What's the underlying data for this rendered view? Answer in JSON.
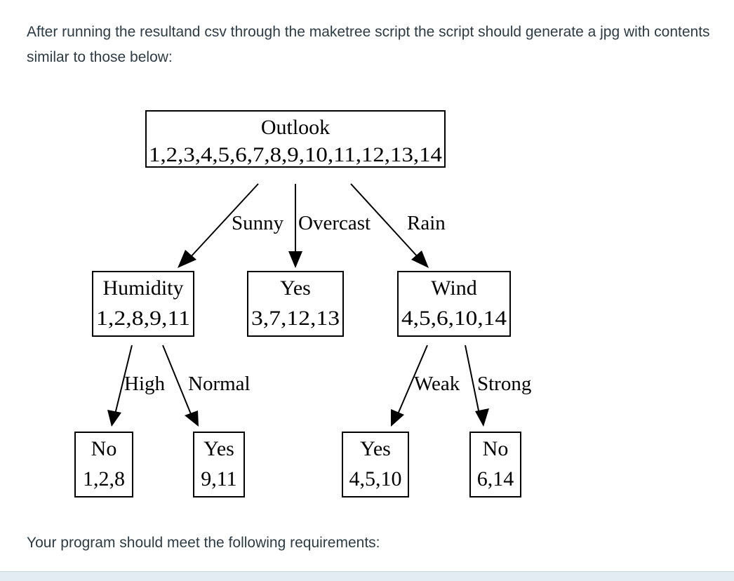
{
  "intro_text": "After running the resultand csv through the maketree script  the script should generate a jpg with contents similar to those below:",
  "requirements_text": "Your program should meet the following requirements:",
  "tree": {
    "root": {
      "title": "Outlook",
      "samples": "1,2,3,4,5,6,7,8,9,10,11,12,13,14"
    },
    "edges_root": {
      "sunny": "Sunny",
      "overcast": "Overcast",
      "rain": "Rain"
    },
    "humidity": {
      "title": "Humidity",
      "samples": "1,2,8,9,11"
    },
    "overcast_leaf": {
      "title": "Yes",
      "samples": "3,7,12,13"
    },
    "wind": {
      "title": "Wind",
      "samples": "4,5,6,10,14"
    },
    "edges_humidity": {
      "high": "High",
      "normal": "Normal"
    },
    "edges_wind": {
      "weak": "Weak",
      "strong": "Strong"
    },
    "leaf_high": {
      "title": "No",
      "samples": "1,2,8"
    },
    "leaf_normal": {
      "title": "Yes",
      "samples": "9,11"
    },
    "leaf_weak": {
      "title": "Yes",
      "samples": "4,5,10"
    },
    "leaf_strong": {
      "title": "No",
      "samples": "6,14"
    }
  }
}
